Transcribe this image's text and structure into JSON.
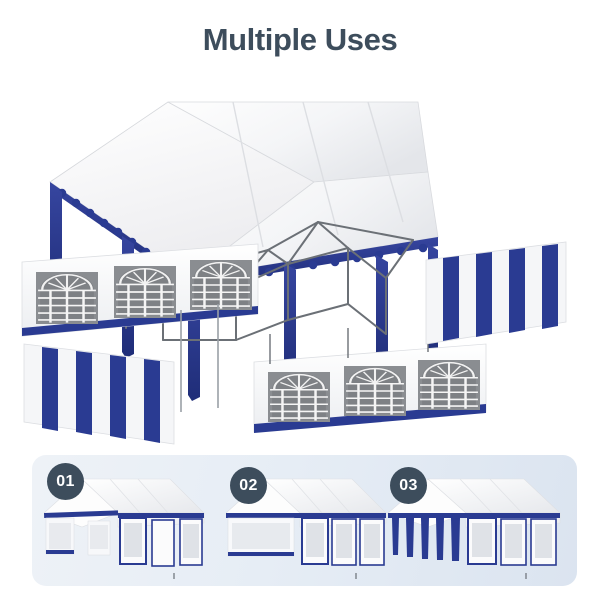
{
  "page": {
    "background_color": "#ffffff",
    "title": "Multiple Uses"
  },
  "theme": {
    "title_color": "#3d4d5c",
    "tent_blue": "#2a3b92",
    "tent_blue_dark": "#1f2d78",
    "canopy_white": "#fdfdfd",
    "canopy_shade": "#e9ebef",
    "window_glass": "#808080",
    "frame_gray": "#6b7076",
    "badge_color": "#3d4d5c",
    "badge_text_color": "#ffffff",
    "panel_gradient_start": "#eef2f7",
    "panel_gradient_end": "#dbe4f0"
  },
  "hero": {
    "name": "exploded-party-tent-illustration",
    "description": "Exploded view of a white and blue party tent showing detachable canopy roof, metal frame skeleton, window sidewall panels and blue/white striped side panels",
    "parts": [
      {
        "id": "canopy-roof",
        "label": "Canopy roof with blue scalloped valance and blue leg covers"
      },
      {
        "id": "steel-frame",
        "label": "Steel tube frame skeleton"
      },
      {
        "id": "window-wall-left",
        "label": "Sidewall panel with three arched windows"
      },
      {
        "id": "window-wall-front",
        "label": "Front wall panel with three arched windows"
      },
      {
        "id": "striped-panel-right",
        "label": "Blue and white striped side panel"
      },
      {
        "id": "striped-panel-left",
        "label": "Blue and white striped side panel"
      }
    ]
  },
  "variants_panel": {
    "name": "usage-variants-panel",
    "items": [
      {
        "number": "01",
        "name": "variant-open-sides",
        "description": "Tent with side walls rolled up and open entryways"
      },
      {
        "number": "02",
        "name": "variant-half-open",
        "description": "Tent with one long side rolled up and window walls on the other"
      },
      {
        "number": "03",
        "name": "variant-striped-curtains",
        "description": "Tent with blue and white striped hanging curtain panels"
      }
    ]
  }
}
